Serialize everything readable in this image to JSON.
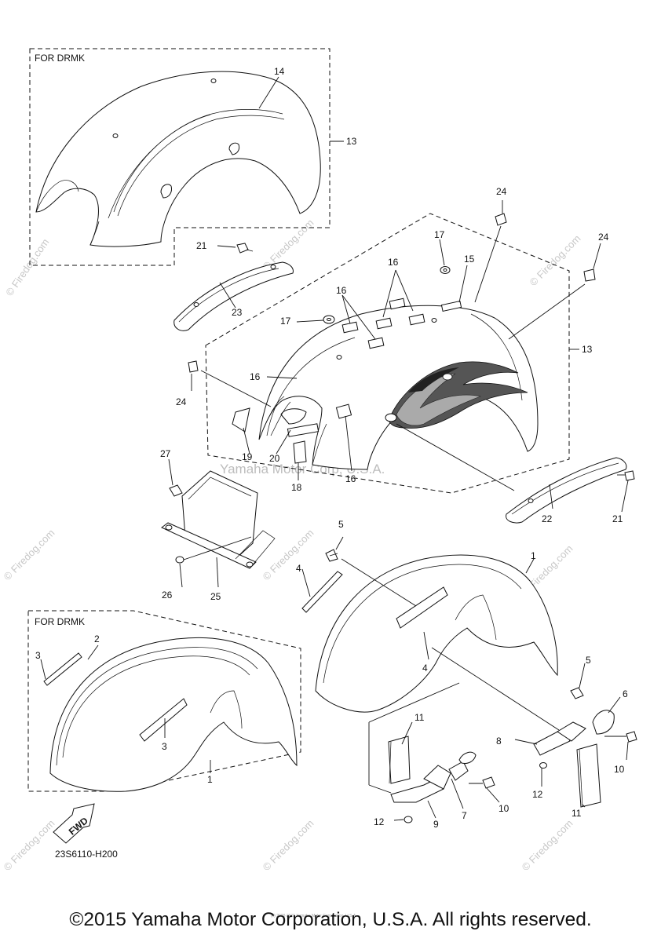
{
  "labels": {
    "for_drmk_top": "FOR DRMK",
    "for_drmk_bottom": "FOR DRMK",
    "fwd": "FWD",
    "diagram_code": "23S6110-H200",
    "watermark_center": "Yamaha Motor Corp, U.S.A.",
    "watermark_site": "© Firedog.com",
    "small_print": "(c) 2000-2015 Yamaha Motor Corporation, U.S.A.",
    "copyright": "©2015 Yamaha Motor Corporation, U.S.A. All rights reserved."
  },
  "callouts": {
    "c1a": "1",
    "c1b": "1",
    "c2": "2",
    "c3a": "3",
    "c3b": "3",
    "c4a": "4",
    "c4b": "4",
    "c5a": "5",
    "c5b": "5",
    "c6": "6",
    "c7": "7",
    "c8": "8",
    "c9": "9",
    "c10a": "10",
    "c10b": "10",
    "c11a": "11",
    "c11b": "11",
    "c12a": "12",
    "c12b": "12",
    "c13a": "13",
    "c13b": "13",
    "c14": "14",
    "c15": "15",
    "c16a": "16",
    "c16b": "16",
    "c16c": "16",
    "c16d": "16",
    "c17a": "17",
    "c17b": "17",
    "c18": "18",
    "c19": "19",
    "c20": "20",
    "c21a": "21",
    "c21b": "21",
    "c22": "22",
    "c23": "23",
    "c24a": "24",
    "c24b": "24",
    "c24c": "24",
    "c25": "25",
    "c26": "26",
    "c27": "27"
  },
  "colors": {
    "line": "#111111",
    "watermark": "#c8c8c8",
    "flame_dark": "#333333"
  }
}
